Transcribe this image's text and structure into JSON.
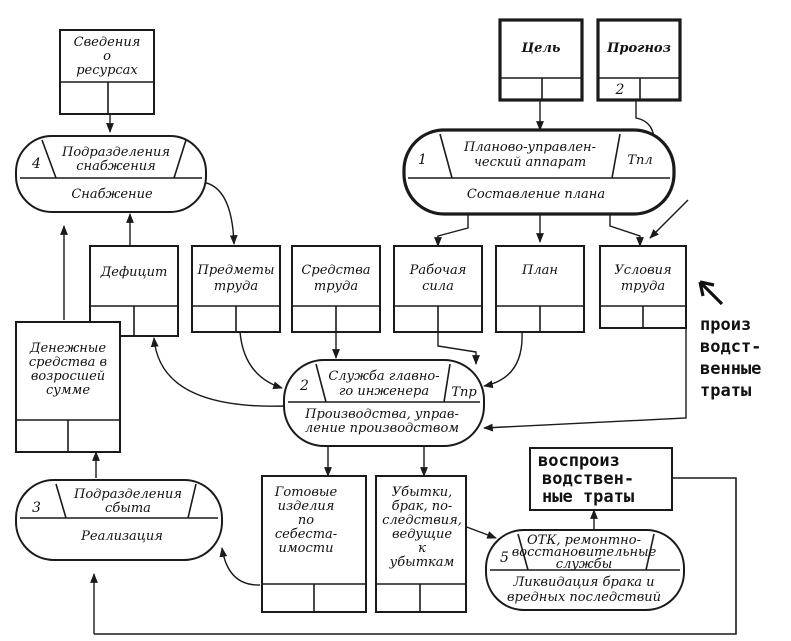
{
  "boxes": {
    "resources": {
      "lines": [
        "Сведения",
        "о",
        "ресурсах"
      ]
    },
    "goal": {
      "lines": [
        "Цель"
      ]
    },
    "forecast": {
      "lines": [
        "Прогноз"
      ],
      "num": "2"
    },
    "deficit": {
      "lines": [
        "Дефицит"
      ]
    },
    "objects": {
      "lines": [
        "Предметы",
        "труда"
      ]
    },
    "means": {
      "lines": [
        "Средства",
        "труда"
      ]
    },
    "labor": {
      "lines": [
        "Рабочая",
        "сила"
      ]
    },
    "plan": {
      "lines": [
        "План"
      ]
    },
    "conditions": {
      "lines": [
        "Условия",
        "труда"
      ]
    },
    "money": {
      "lines": [
        "Денежные",
        "средства в",
        "возросшей",
        "сумме"
      ]
    },
    "products": {
      "lines": [
        "Готовые",
        "изделия",
        "по",
        "себеста-",
        "имости"
      ]
    },
    "losses": {
      "lines": [
        "Убытки,",
        "брак, по-",
        "следствия,",
        "ведущие",
        "к",
        "убыткам"
      ]
    }
  },
  "nodes": {
    "supply": {
      "num": "4",
      "top": [
        "Подразделения",
        "снабжения"
      ],
      "bottom": [
        "Снабжение"
      ]
    },
    "planning": {
      "num": "1",
      "top": [
        "Планово-управлен-",
        "ческий аппарат"
      ],
      "side": "Тпл",
      "bottom": [
        "Составление плана"
      ]
    },
    "engineer": {
      "num": "2",
      "top": [
        "Служба главно-",
        "го инженера"
      ],
      "side": "Тпр",
      "bottom": [
        "Производства, управ-",
        "ление производством"
      ]
    },
    "sales": {
      "num": "3",
      "top": [
        "Подразделения",
        "сбыта"
      ],
      "bottom": [
        "Реализация"
      ]
    },
    "otk": {
      "num": "5",
      "top": [
        "ОТК, ремонтно-",
        "восстановительные",
        "службы"
      ],
      "bottom": [
        "Ликвидация брака и",
        "вредных последствий"
      ]
    }
  },
  "handwritten": {
    "right": [
      "произ",
      "водст-",
      "венные",
      "траты"
    ],
    "box": [
      "воспроиз",
      "водствен-",
      "ные траты"
    ]
  }
}
